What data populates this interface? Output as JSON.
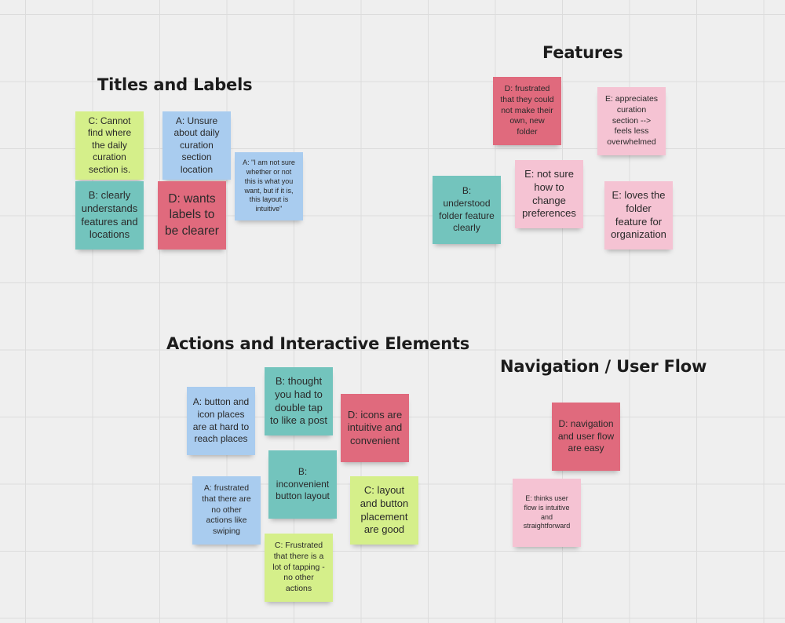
{
  "colors": {
    "yellow": "#d5ef8a",
    "blue": "#a9ccef",
    "teal": "#73c4bd",
    "red": "#e06a7d",
    "pink": "#f5c3d3",
    "background": "#efefef",
    "grid": "#dcdcdc"
  },
  "sections": {
    "titles_labels": "Titles and Labels",
    "features": "Features",
    "actions": "Actions and Interactive Elements",
    "navigation": "Navigation / User Flow"
  },
  "notes": {
    "tl_c_cannot_find": "C: Cannot find where the daily curation section is.",
    "tl_a_unsure": "A: Unsure about daily curation section location",
    "tl_a_quote": "A: \"I am not sure whether or not this is what you want, but if it is, this layout is intuitive\"",
    "tl_b_clearly": "B: clearly understands features and locations",
    "tl_d_wants": "D: wants labels to be clearer",
    "f_d_frustrated": "D: frustrated that they could not make their own, new folder",
    "f_e_appreciates": "E: appreciates curation section --> feels less overwhelmed",
    "f_b_understood": "B: understood folder feature clearly",
    "f_e_not_sure": "E: not sure how to change preferences",
    "f_e_loves": "E: loves the folder feature for organization",
    "a_b_thought": "B: thought you had to double tap to like a post",
    "a_a_button": "A: button and icon places are at hard to reach places",
    "a_d_icons": "D: icons are intuitive and convenient",
    "a_b_inconvenient": "B: inconvenient button layout",
    "a_a_frustrated": "A: frustrated that there are no other actions like swiping",
    "a_c_layout": "C: layout and button placement are good",
    "a_c_frustrated": "C: Frustrated that there is a lot of tapping - no other actions",
    "n_d_navigation": "D: navigation and user flow are easy",
    "n_e_thinks": "E: thinks user flow is intuitive and straightforward"
  }
}
